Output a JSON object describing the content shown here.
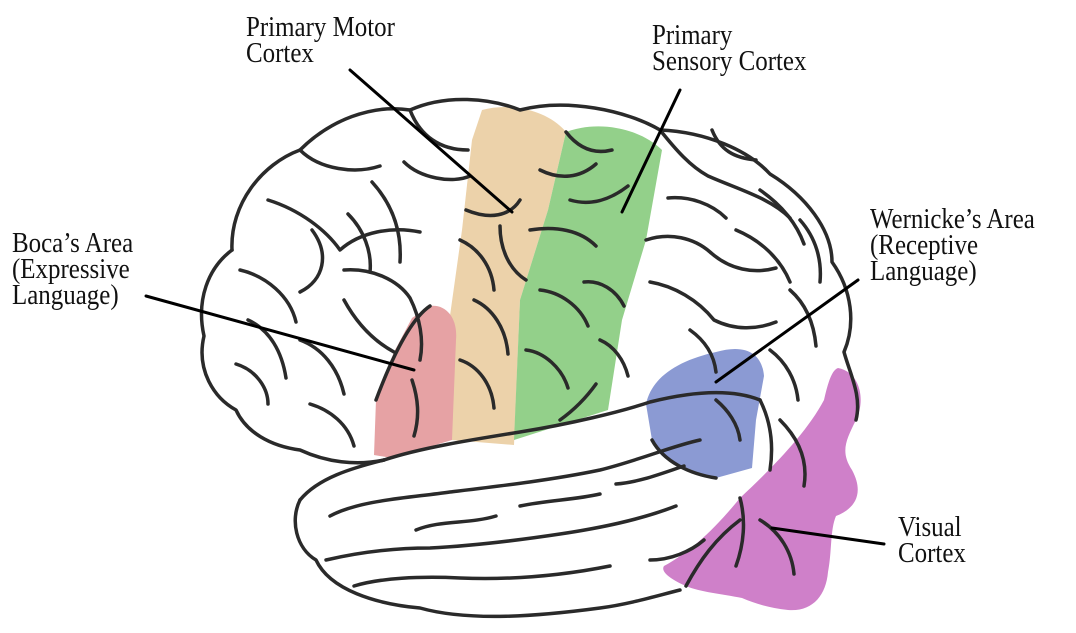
{
  "labels": {
    "motor": [
      "Primary Motor",
      "Cortex"
    ],
    "sensory": [
      "Primary",
      "Sensory Cortex"
    ],
    "broca": [
      "Boca’s Area",
      "(Expressive",
      "Language)"
    ],
    "wernicke": [
      "Wernicke’s Area",
      "(Receptive",
      "Language)"
    ],
    "visual": [
      "Visual",
      "Cortex"
    ]
  },
  "region_colors": {
    "motor": "#ecd2aa",
    "sensory": "#93d08a",
    "broca": "#e6a2a4",
    "wernicke": "#8b9ad3",
    "visual": "#cf80c9"
  },
  "outline_color": "#2a2a2a"
}
